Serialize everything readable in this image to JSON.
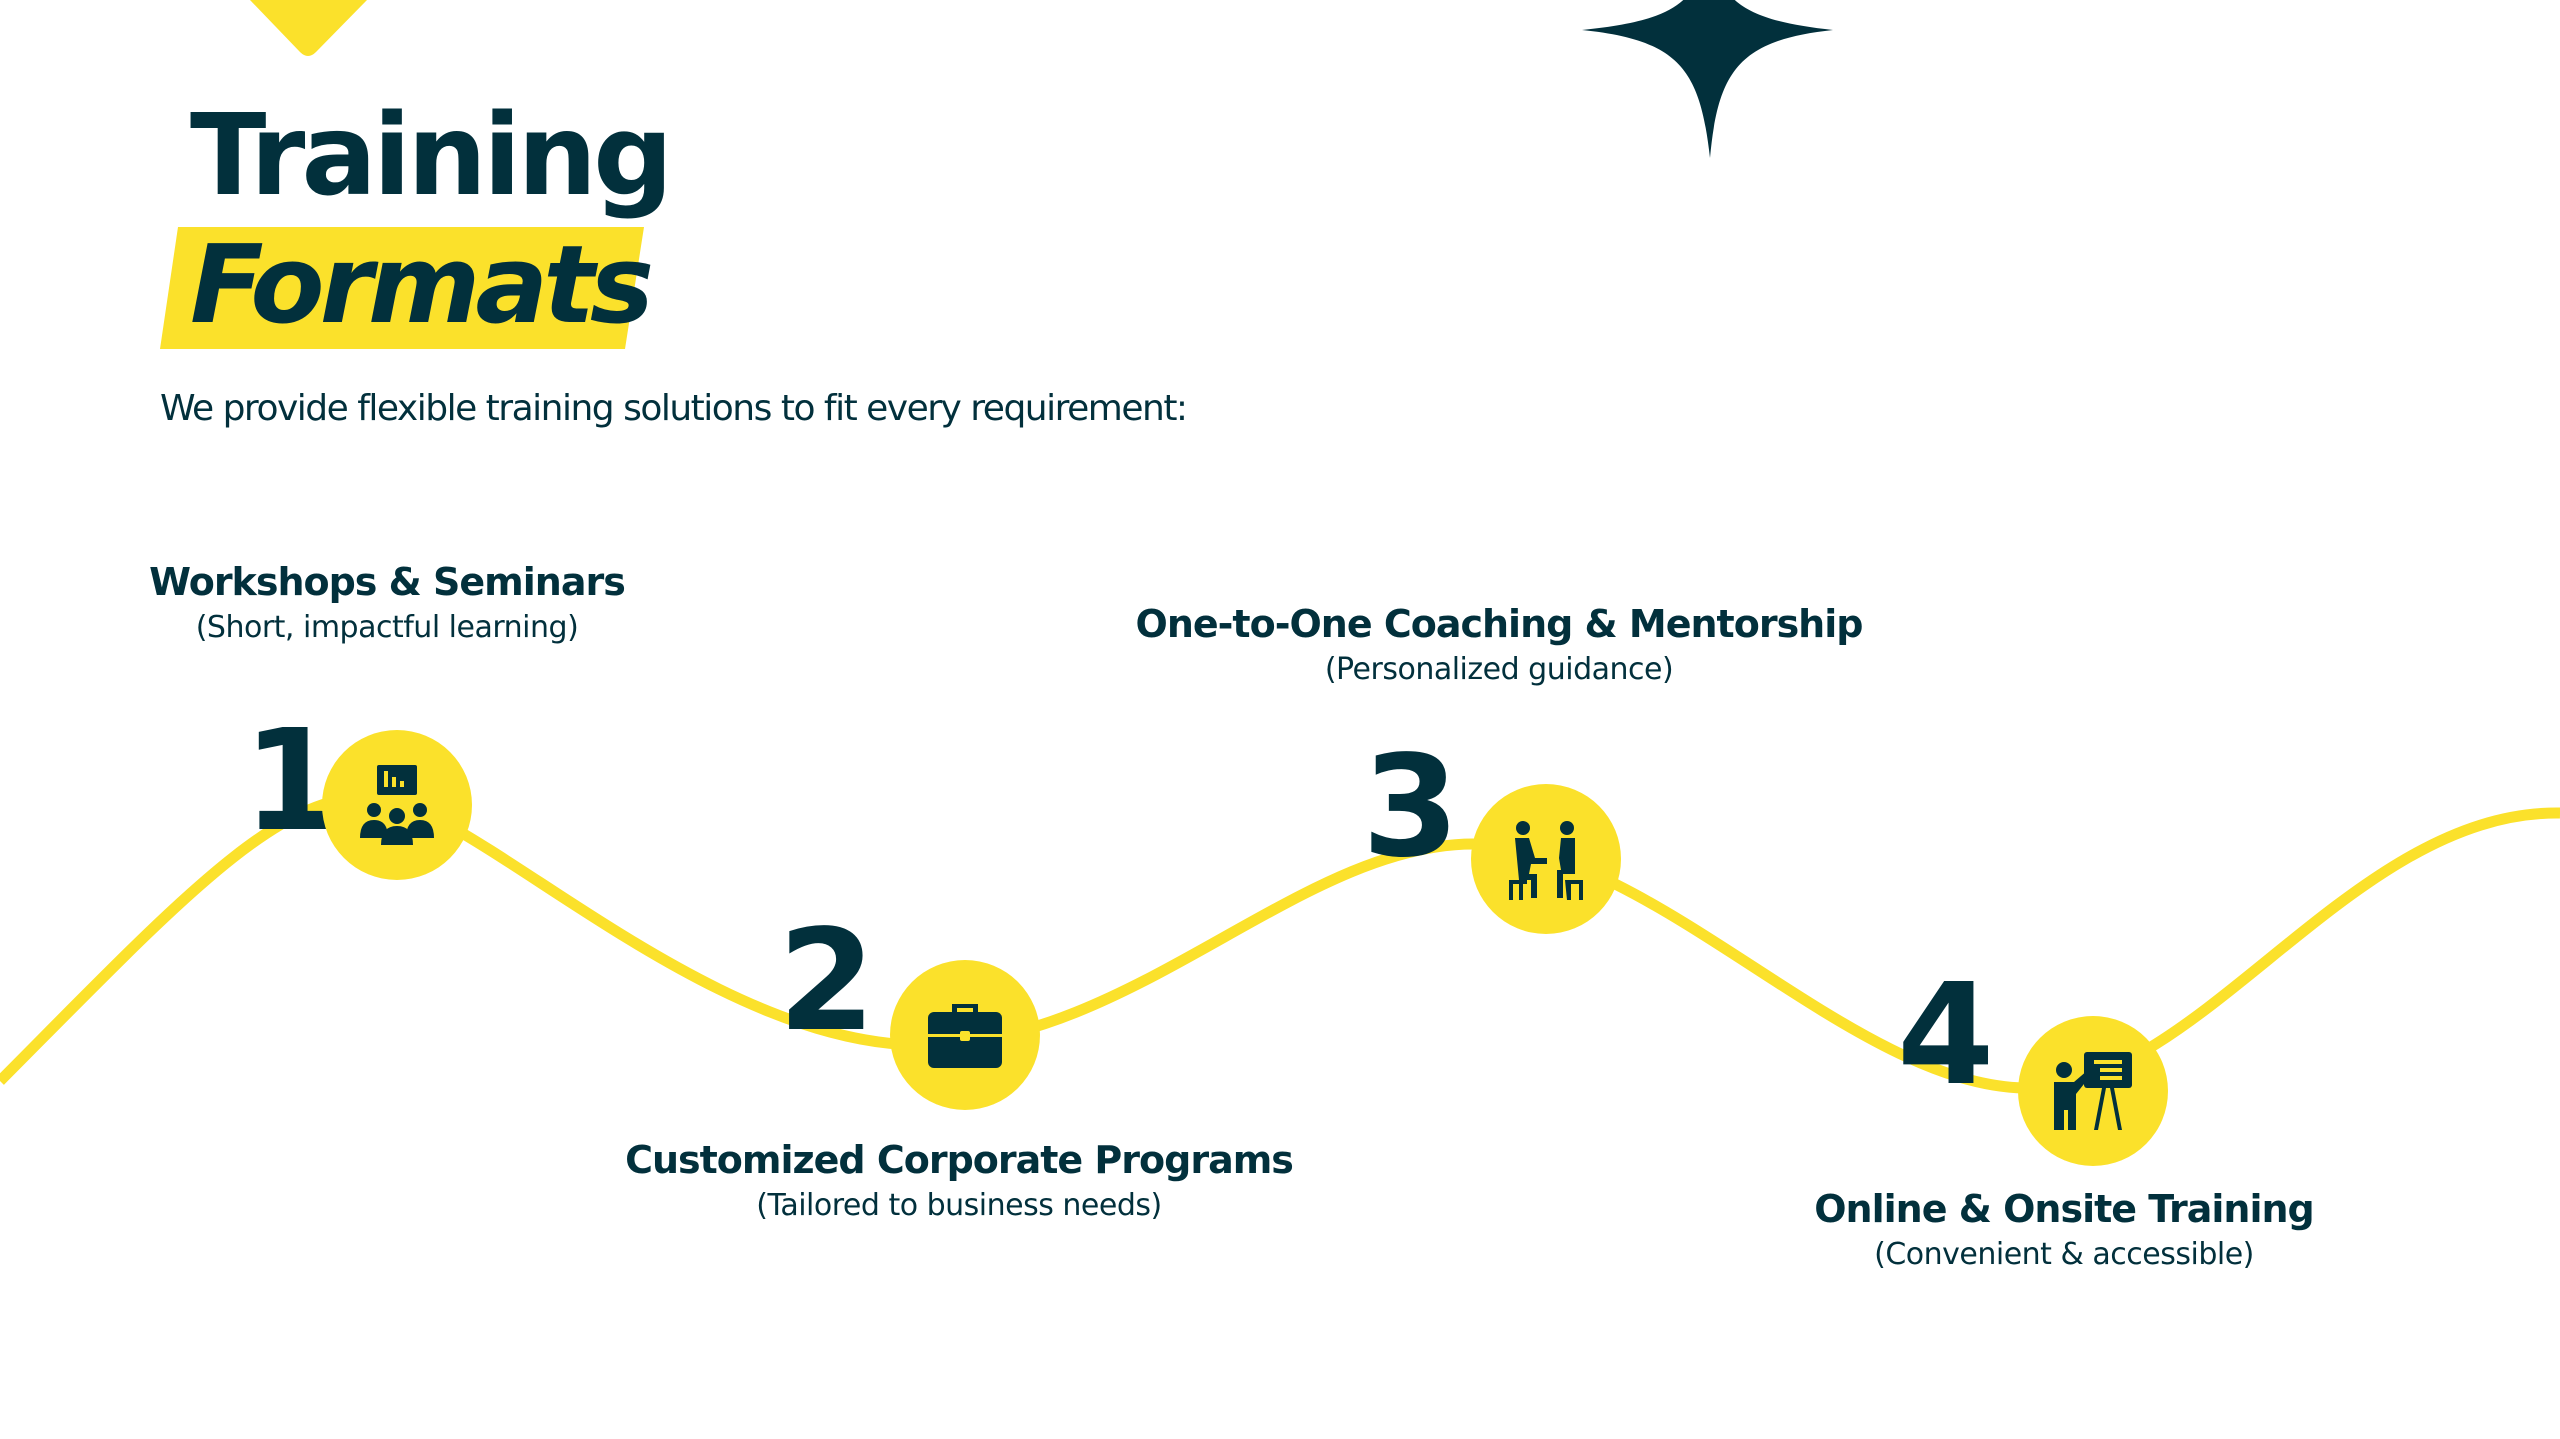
{
  "title": {
    "line1": "Training",
    "line2": "Formats"
  },
  "intro": "We provide flexible training solutions to fit every requirement:",
  "colors": {
    "accent": "#fbe12b",
    "dark": "#02303c"
  },
  "steps": [
    {
      "number": "1",
      "title": "Workshops & Seminars",
      "subtitle": "(Short, impactful learning)",
      "icon": "audience-presentation-icon"
    },
    {
      "number": "2",
      "title": "Customized Corporate Programs",
      "subtitle": "(Tailored to business needs)",
      "icon": "briefcase-icon"
    },
    {
      "number": "3",
      "title": "One-to-One Coaching & Mentorship",
      "subtitle": "(Personalized guidance)",
      "icon": "two-people-talking-icon"
    },
    {
      "number": "4",
      "title": "Online & Onsite Training",
      "subtitle": "(Convenient & accessible)",
      "icon": "presenter-board-icon"
    }
  ]
}
